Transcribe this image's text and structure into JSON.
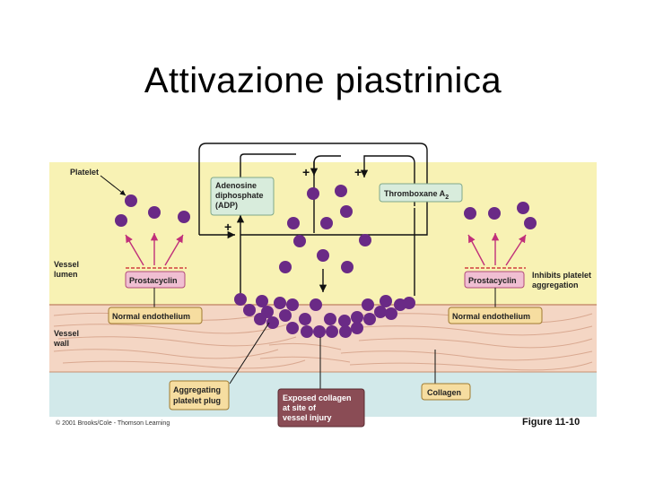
{
  "slide": {
    "title": "Attivazione piastrinica"
  },
  "figure": {
    "labels": {
      "platelet": "Platelet",
      "vessel_lumen_1": "Vessel",
      "vessel_lumen_2": "lumen",
      "vessel_wall_1": "Vessel",
      "vessel_wall_2": "wall",
      "adp_1": "Adenosine",
      "adp_2": "diphosphate",
      "adp_3": "(ADP)",
      "thromboxane": "Thromboxane A",
      "thromboxane_sub": "2",
      "prostacyclin_left": "Prostacyclin",
      "prostacyclin_right": "Prostacyclin",
      "inhibits_1": "Inhibits platelet",
      "inhibits_2": "aggregation",
      "endothelium_left": "Normal endothelium",
      "endothelium_right": "Normal endothelium",
      "plug_1": "Aggregating",
      "plug_2": "platelet plug",
      "collagen_1": "Exposed collagen",
      "collagen_2": "at site of",
      "collagen_3": "vessel injury",
      "collagen": "Collagen",
      "plus_1": "+",
      "plus_2": "+",
      "plus_3": "+"
    },
    "copyright": "© 2001 Brooks/Cole - Thomson Learning",
    "figure_number": "Figure 11-10",
    "colors": {
      "lumen": "#f8f2b4",
      "wall": "#f4d6c4",
      "wall_lines": "#d9a890",
      "outer": "#d2e9ea",
      "platelet": "#6a2a86",
      "green_box": "#d8ecdc",
      "green_border": "#7fa88a",
      "pink_box": "#f0bfd2",
      "pink_border": "#b24a7a",
      "tan_box": "#f6dda0",
      "tan_border": "#a07a30",
      "collagen_box": "#8a4c55",
      "arrow_magenta": "#c0307a",
      "dash_red": "#d04040"
    }
  }
}
